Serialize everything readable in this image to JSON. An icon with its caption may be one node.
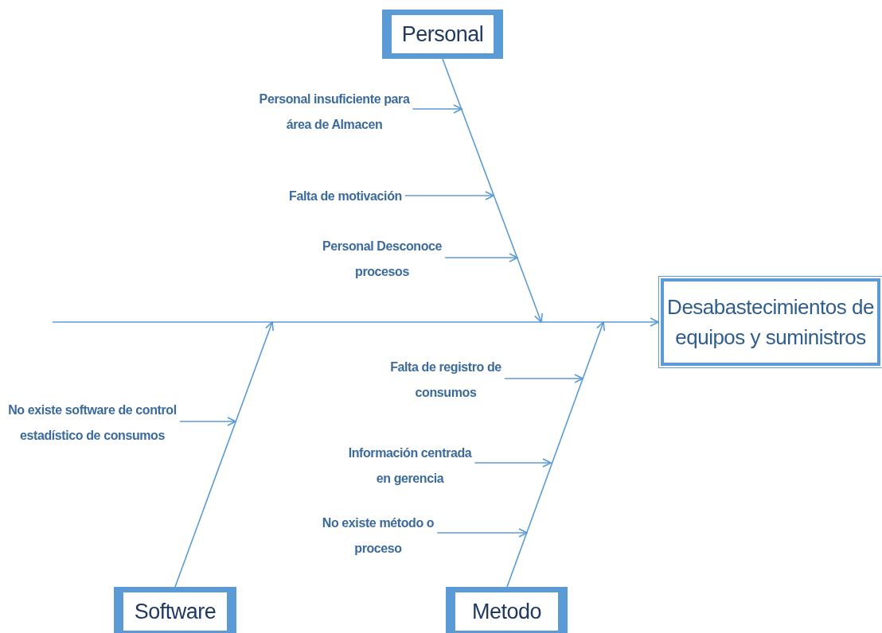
{
  "diagram": {
    "nodes": [
      {
        "text": [
          "Personal"
        ]
      },
      {
        "text": [
          "Personal insuficiente para área de Almacen"
        ]
      },
      {
        "text": [
          "Falta de motivación"
        ]
      },
      {
        "text": [
          "Personal Desconoce procesos"
        ]
      },
      {
        "text": [
          "Desabastecimientos de equipos y suministros"
        ]
      },
      {
        "text": [
          "Software"
        ]
      },
      {
        "text": [
          "No existe software de control estadístico de consumos"
        ]
      },
      {
        "text": [
          "Falta de registro de consumos"
        ]
      },
      {
        "text": [
          "Metodo"
        ]
      },
      {
        "text": [
          "Información centrada en gerencia"
        ]
      },
      {
        "text": [
          "No existe método o proceso"
        ]
      }
    ],
    "edges": [
      {
        "from": 0,
        "to": null,
        "arrow": "to"
      },
      {
        "from": 1,
        "to": null,
        "arrow": "to"
      },
      {
        "from": 2,
        "to": null,
        "arrow": "to"
      },
      {
        "from": 3,
        "to": null,
        "arrow": "to"
      },
      {
        "from": null,
        "to": 4,
        "arrow": "to"
      },
      {
        "from": 5,
        "to": null,
        "arrow": "to"
      },
      {
        "from": 6,
        "to": null,
        "arrow": "to"
      },
      {
        "from": 8,
        "to": null,
        "arrow": "to"
      },
      {
        "from": 7,
        "to": null,
        "arrow": "to"
      },
      {
        "from": 9,
        "to": null,
        "arrow": "to"
      },
      {
        "from": 10,
        "to": null,
        "arrow": "to"
      }
    ]
  }
}
